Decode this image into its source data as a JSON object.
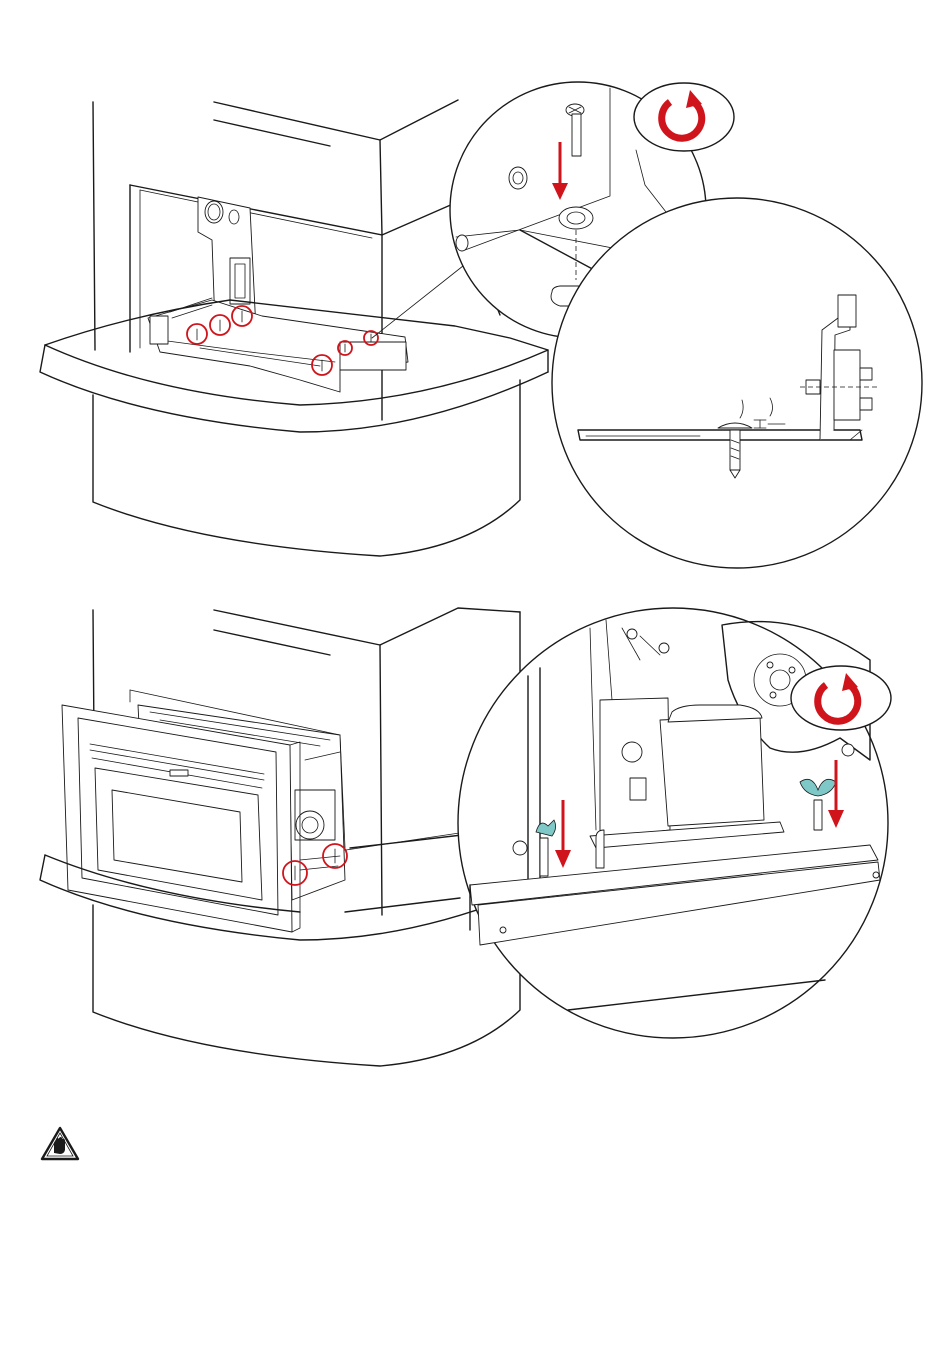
{
  "page": {
    "title": "",
    "text": []
  },
  "figures": [
    {
      "id": "figure-top",
      "callouts": [
        "fixing-screw-detail",
        "clearance-detail"
      ],
      "rotation": "clockwise",
      "marked_screws": 6,
      "dimension_label": "I"
    },
    {
      "id": "figure-bottom",
      "callouts": [
        "wing-nut-detail"
      ],
      "rotation": "clockwise",
      "marked_screws": 2
    }
  ],
  "warning": {
    "icon": "hand-warning-icon",
    "text": ""
  },
  "colors": {
    "arrow": "#d0141b",
    "wing_nut": "#7ec8c8",
    "line": "#1a1a1a"
  }
}
